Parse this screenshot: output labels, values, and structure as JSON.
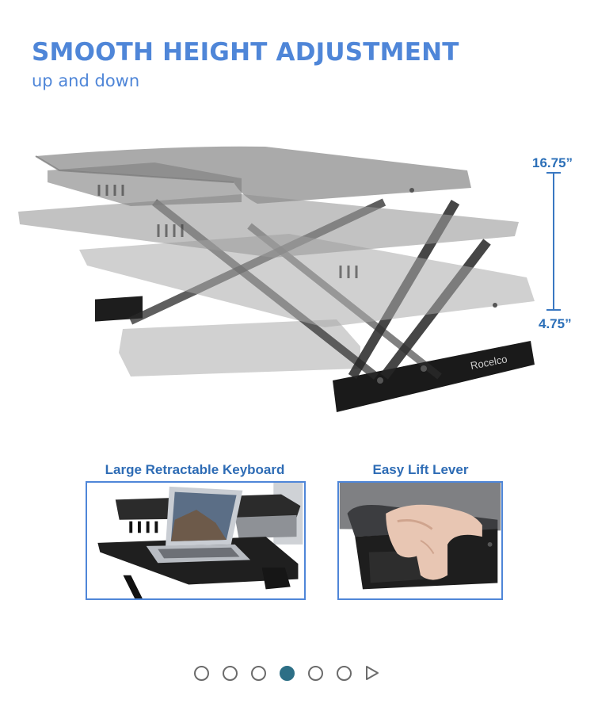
{
  "header": {
    "title": "SMOOTH HEIGHT ADJUSTMENT",
    "subtitle": "up and down"
  },
  "main_image": {
    "brand_text": "Rocelco",
    "dimension_top": "16.75”",
    "dimension_bottom": "4.75”",
    "accent_color": "#3a78c2"
  },
  "features": [
    {
      "label": "Large Retractable Keyboard"
    },
    {
      "label": "Easy Lift Lever"
    }
  ],
  "pager": {
    "count": 6,
    "active_index": 3,
    "active_color": "#2d6f86",
    "next_icon": "play-triangle-icon"
  }
}
